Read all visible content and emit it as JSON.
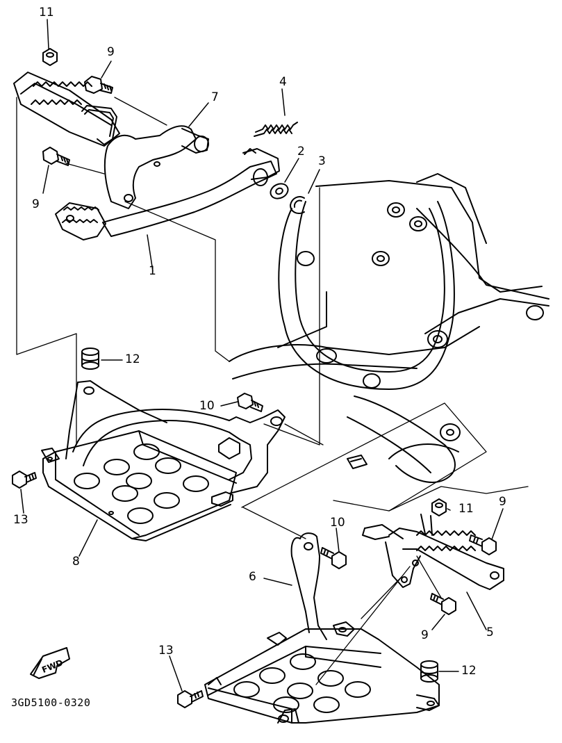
{
  "diagram": {
    "part_numbers": {
      "n1": "1",
      "n2": "2",
      "n3": "3",
      "n4": "4",
      "n5": "5",
      "n6": "6",
      "n7": "7",
      "n8": "8",
      "n9a": "9",
      "n9b": "9",
      "n9c": "9",
      "n9d": "9",
      "n10a": "10",
      "n10b": "10",
      "n11a": "11",
      "n11b": "11",
      "n12a": "12",
      "n12b": "12",
      "n13a": "13",
      "n13b": "13"
    },
    "fwd_arrow": "FWD",
    "drawing_code": "3GD5100-0320"
  }
}
